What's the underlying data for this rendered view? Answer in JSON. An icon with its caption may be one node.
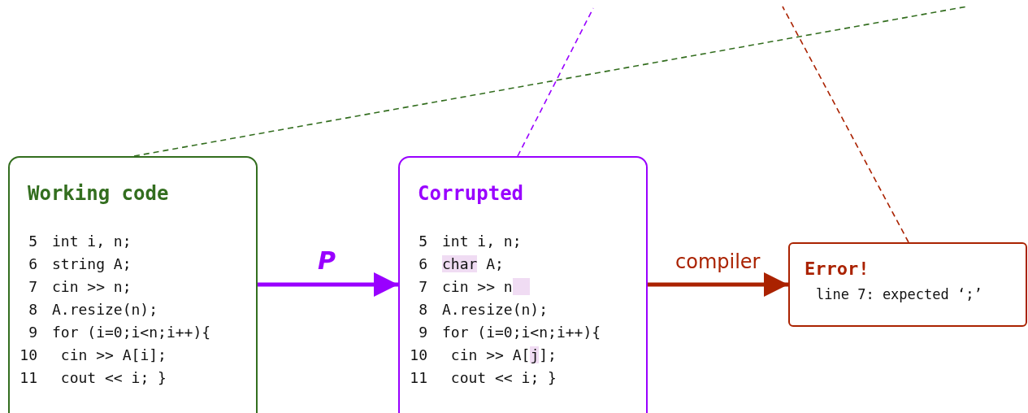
{
  "diagram": {
    "nodes": [
      {
        "text": [
          "Working code",
          "5 int i, n;",
          "6 string A;",
          "7 cin >> n;",
          "8 A.resize(n);",
          "9 for (i=0;i<n;i++){",
          "10 cin >> A[i];",
          "11 cout << i; }"
        ]
      },
      {
        "text": [
          "Corrupted",
          "5 int i, n;",
          "6 char A;",
          "7 cin >> n",
          "8 A.resize(n);",
          "9 for (i=0;i<n;i++){",
          "10 cin >> A[j];",
          "11 cout << i; }"
        ]
      },
      {
        "text": [
          "Error!",
          "line 7: expected ‘;’"
        ]
      }
    ],
    "edges": [
      {
        "from": 0,
        "to": 1,
        "arrow": "to",
        "label": "P",
        "style": "thick",
        "color": "#9900ff"
      },
      {
        "from": 1,
        "to": 2,
        "arrow": "to",
        "label": "compiler",
        "style": "thick",
        "color": "#aa2200"
      },
      {
        "from": 0,
        "to": null,
        "arrow": "none",
        "style": "dashed",
        "color": "#336e1f"
      },
      {
        "from": 1,
        "to": null,
        "arrow": "none",
        "style": "dashed",
        "color": "#9900ff"
      },
      {
        "from": 2,
        "to": null,
        "arrow": "none",
        "style": "dashed",
        "color": "#aa2200"
      }
    ]
  }
}
